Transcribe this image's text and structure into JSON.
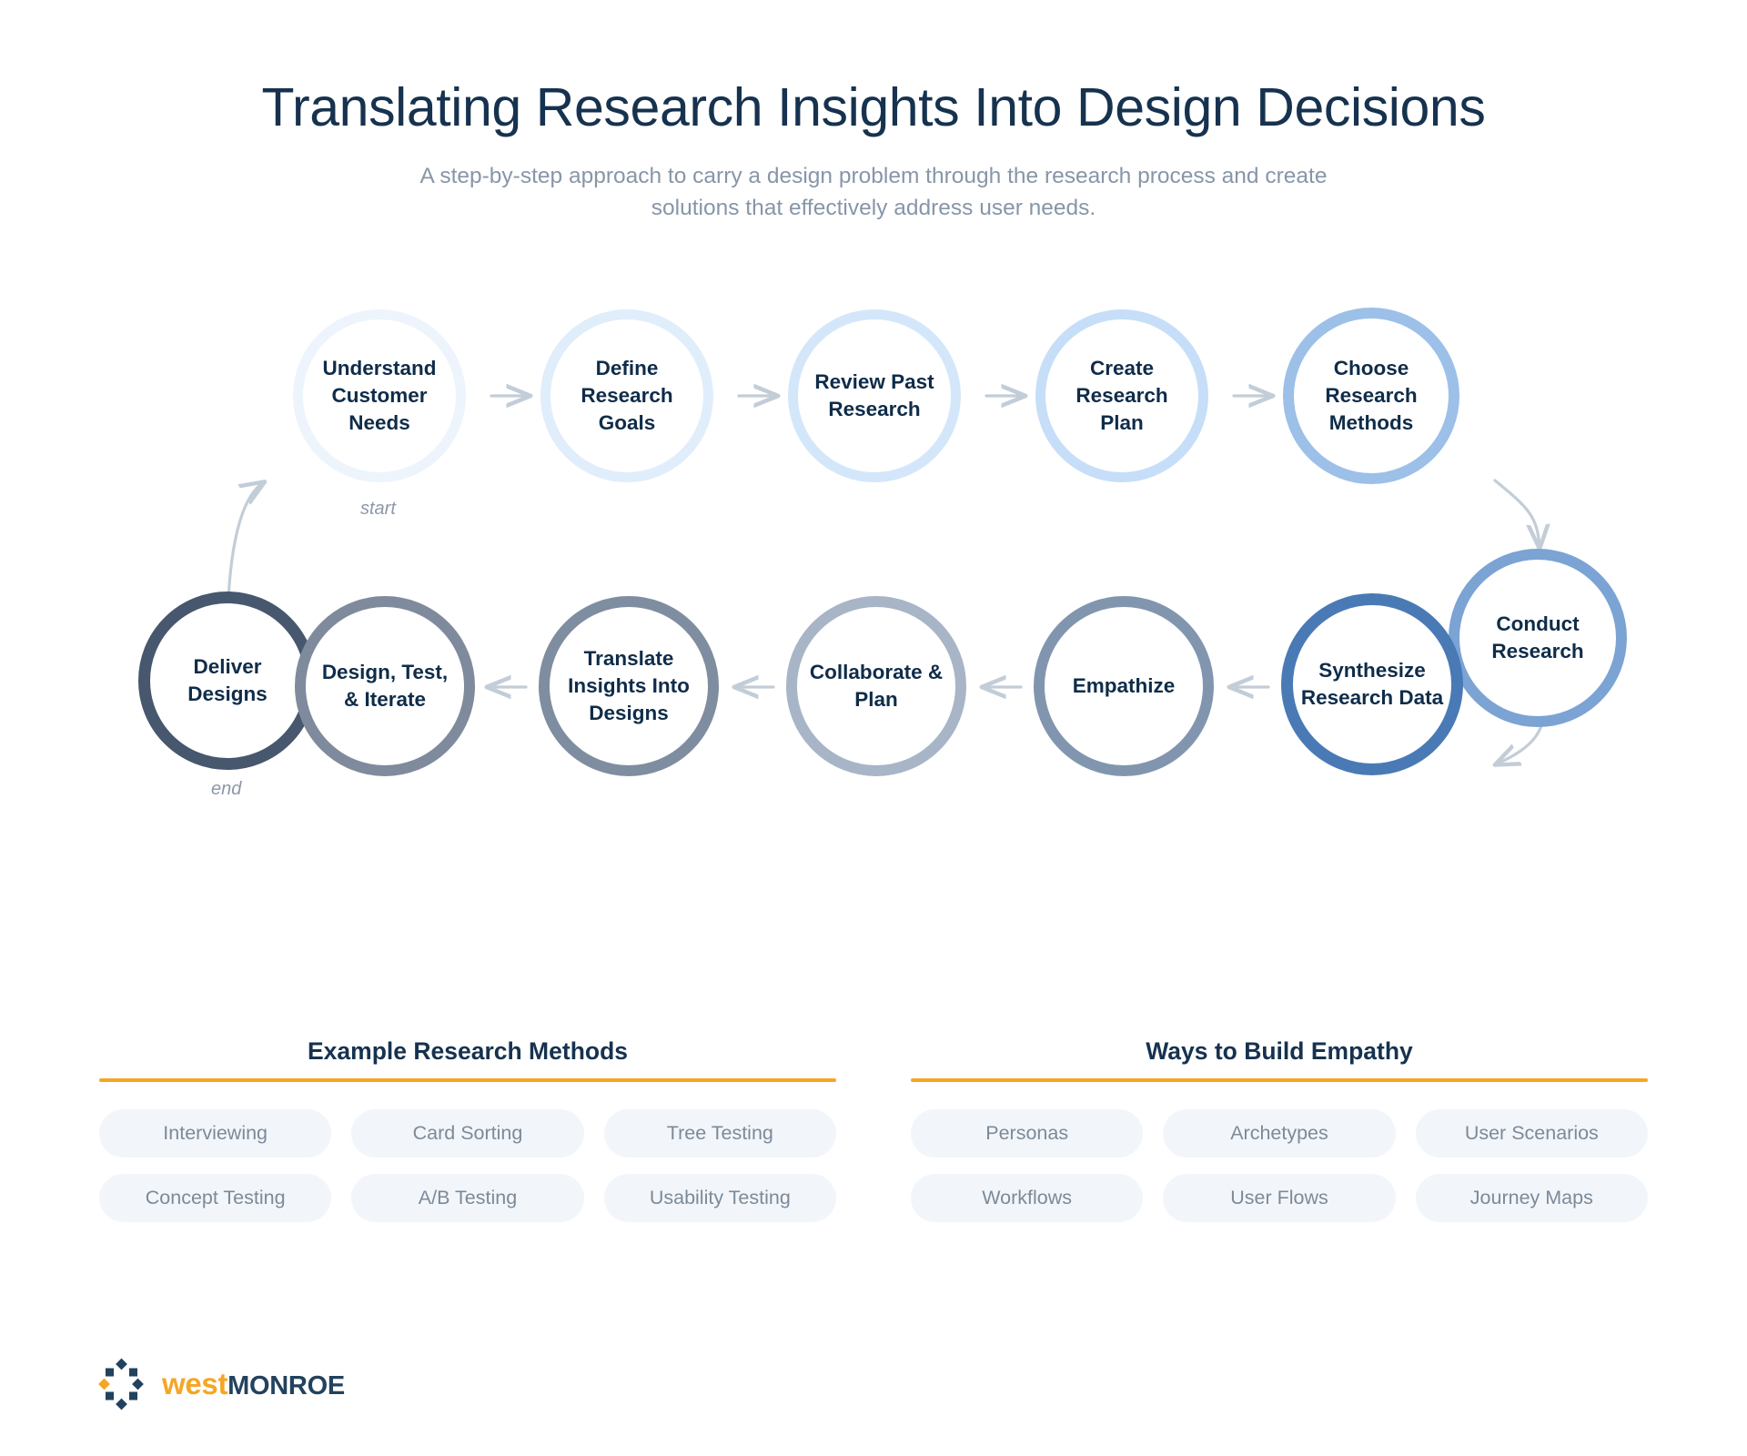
{
  "header": {
    "title": "Translating Research Insights Into Design Decisions",
    "subtitle_line1": "A step-by-step approach to carry a design problem through the research process and create",
    "subtitle_line2": "solutions that effectively address user needs."
  },
  "diagram": {
    "start_label": "start",
    "end_label": "end",
    "nodes": [
      {
        "id": "deliver-designs",
        "label": "Deliver Designs",
        "ring": "#46576e"
      },
      {
        "id": "understand-needs",
        "label": "Understand Customer Needs",
        "ring": "#edf4fc"
      },
      {
        "id": "define-goals",
        "label": "Define Research Goals",
        "ring": "#e0edfb"
      },
      {
        "id": "review-past",
        "label": "Review Past Research",
        "ring": "#d4e7fa"
      },
      {
        "id": "create-plan",
        "label": "Create Research Plan",
        "ring": "#c7def8"
      },
      {
        "id": "choose-methods",
        "label": "Choose Research Methods",
        "ring": "#9cc0e8"
      },
      {
        "id": "conduct-research",
        "label": "Conduct Research",
        "ring": "#7ba3d4"
      },
      {
        "id": "synthesize-data",
        "label": "Synthesize Research Data",
        "ring": "#4a7ab5"
      },
      {
        "id": "empathize",
        "label": "Empathize",
        "ring": "#8196ae"
      },
      {
        "id": "collaborate-plan",
        "label": "Collaborate & Plan",
        "ring": "#a7b5c7"
      },
      {
        "id": "translate-insights",
        "label": "Translate Insights Into Designs",
        "ring": "#7f8da0"
      },
      {
        "id": "design-test-iterate",
        "label": "Design, Test, & Iterate",
        "ring": "#7f8b9c"
      }
    ],
    "arrow_color": "#c2cdd8"
  },
  "panels": [
    {
      "id": "example-research-methods",
      "title": "Example Research Methods",
      "accent": "#f5a623",
      "chips": [
        "Interviewing",
        "Card Sorting",
        "Tree Testing",
        "Concept Testing",
        "A/B Testing",
        "Usability Testing"
      ]
    },
    {
      "id": "ways-to-build-empathy",
      "title": "Ways to Build Empathy",
      "accent": "#f5a623",
      "chips": [
        "Personas",
        "Archetypes",
        "User Scenarios",
        "Workflows",
        "User Flows",
        "Journey Maps"
      ]
    }
  ],
  "logo": {
    "word_west": "west",
    "word_monroe": "MONROE",
    "orange": "#f5a623",
    "navy": "#22425e"
  }
}
